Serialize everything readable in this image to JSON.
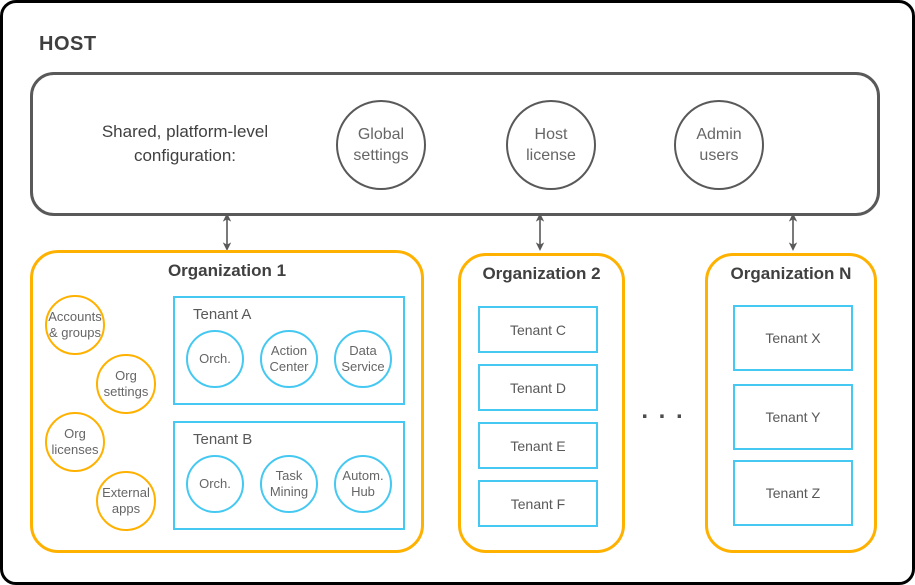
{
  "host": {
    "title": "HOST",
    "shared_config_label": "Shared, platform-level\nconfiguration:",
    "circles": [
      {
        "label": "Global\nsettings"
      },
      {
        "label": "Host\nlicense"
      },
      {
        "label": "Admin\nusers"
      }
    ]
  },
  "organizations": {
    "org1": {
      "title": "Organization 1",
      "feature_circles": [
        {
          "label": "Accounts\n& groups"
        },
        {
          "label": "Org\nsettings"
        },
        {
          "label": "Org\nlicenses"
        },
        {
          "label": "External\napps"
        }
      ],
      "tenants": [
        {
          "name": "Tenant A",
          "services": [
            {
              "label": "Orch."
            },
            {
              "label": "Action\nCenter"
            },
            {
              "label": "Data\nService"
            }
          ]
        },
        {
          "name": "Tenant B",
          "services": [
            {
              "label": "Orch."
            },
            {
              "label": "Task\nMining"
            },
            {
              "label": "Autom.\nHub"
            }
          ]
        }
      ]
    },
    "org2": {
      "title": "Organization 2",
      "tenants": [
        {
          "name": "Tenant C"
        },
        {
          "name": "Tenant D"
        },
        {
          "name": "Tenant E"
        },
        {
          "name": "Tenant F"
        }
      ]
    },
    "orgN": {
      "title": "Organization N",
      "tenants": [
        {
          "name": "Tenant X"
        },
        {
          "name": "Tenant Y"
        },
        {
          "name": "Tenant Z"
        }
      ]
    },
    "ellipsis": ". . ."
  },
  "colors": {
    "accent_orange": "#FFB100",
    "accent_blue": "#45C8F1",
    "stroke_gray": "#595959",
    "border_black": "#000000"
  }
}
